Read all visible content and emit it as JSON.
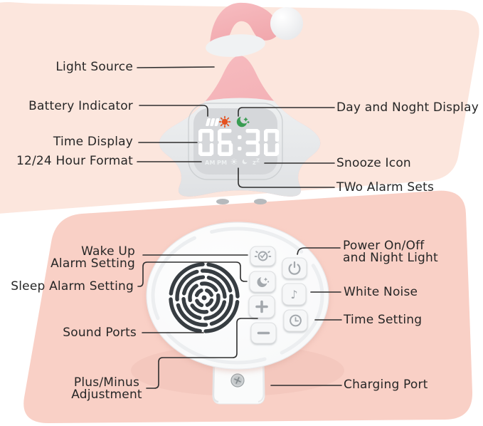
{
  "front_view": {
    "labels_left": [
      {
        "text": "Light Source"
      },
      {
        "text": "Battery Indicator"
      },
      {
        "text": "Time Display"
      },
      {
        "text": "12/24 Hour Format"
      }
    ],
    "labels_right": [
      {
        "text": "Day and Noght Display"
      },
      {
        "text": "Snooze Icon"
      },
      {
        "text": "TWo Alarm Sets"
      }
    ],
    "display": {
      "time": "06:30",
      "am_label": "AM",
      "pm_label": "PM",
      "snooze_label": "zZ",
      "battery_bars": 3,
      "icons": [
        "battery-icon",
        "day-sun-icon",
        "night-moon-icon",
        "wake-alarm-sun-icon",
        "sleep-alarm-moon-icon",
        "snooze-zz-icon"
      ]
    }
  },
  "back_view": {
    "labels_left": [
      {
        "text_line1": "Wake Up",
        "text_line2": "Alarm Setting"
      },
      {
        "text": "Sleep Alarm Setting"
      },
      {
        "text": "Sound Ports"
      },
      {
        "text_line1": "Plus/Minus",
        "text_line2": "Adjustment"
      }
    ],
    "labels_right": [
      {
        "text_line1": "Power On/Off",
        "text_line2": "and Night Light"
      },
      {
        "text": "White Noise"
      },
      {
        "text": "Time Setting"
      },
      {
        "text": "Charging Port"
      }
    ],
    "buttons": [
      {
        "name": "wake-up-alarm-button",
        "icon": "alarm-ring-icon"
      },
      {
        "name": "power-night-light-button",
        "icon": "power-icon"
      },
      {
        "name": "sleep-alarm-button",
        "icon": "moon-stars-icon"
      },
      {
        "name": "white-noise-button",
        "icon": "music-note-icon",
        "glyph": "♪"
      },
      {
        "name": "plus-button",
        "icon": "plus-icon"
      },
      {
        "name": "time-setting-button",
        "icon": "clock-icon"
      },
      {
        "name": "minus-button",
        "icon": "minus-icon"
      }
    ]
  },
  "colors": {
    "panel_top": "#fce6dd",
    "panel_bottom": "#f9d0c6",
    "device_pink": "#f4b2b7",
    "display_bg": "#d5d7da",
    "sun_accent": "#e5511f",
    "moon_accent": "#399c52",
    "leader_line": "#2e2e2e",
    "grille": "#373d42"
  }
}
